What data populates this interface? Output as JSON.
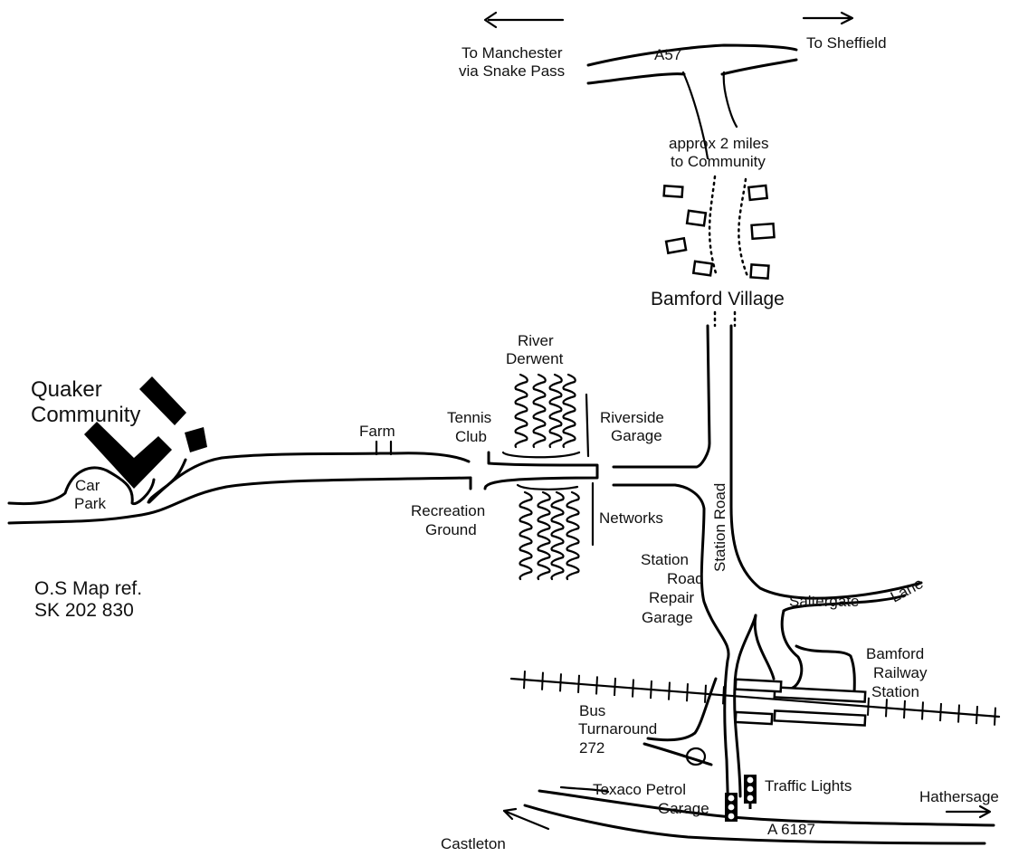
{
  "labels": {
    "to_manchester_1": "To Manchester",
    "to_manchester_2": "via Snake Pass",
    "a57": "A57",
    "to_sheffield": "To Sheffield",
    "approx_1": "approx 2 miles",
    "approx_2": "to Community",
    "bamford_village": "Bamford Village",
    "river_1": "River",
    "river_2": "Derwent",
    "quaker_1": "Quaker",
    "quaker_2": "Community",
    "farm": "Farm",
    "tennis_1": "Tennis",
    "tennis_2": "Club",
    "riverside_1": "Riverside",
    "riverside_2": "Garage",
    "car_1": "Car",
    "car_2": "Park",
    "recreation_1": "Recreation",
    "recreation_2": "Ground",
    "networks": "Networks",
    "station_road_vertical": "Station Road",
    "srrg_1": "Station",
    "srrg_2": "Road",
    "srrg_3": "Repair",
    "srrg_4": "Garage",
    "os_1": "O.S Map ref.",
    "os_2": "SK 202 830",
    "saltergate": "Saltergate",
    "lane": "Lane",
    "brs_1": "Bamford",
    "brs_2": "Railway",
    "brs_3": "Station",
    "bus_1": "Bus",
    "bus_2": "Turnaround",
    "bus_3": "272",
    "texaco_1": "Texaco Petrol",
    "texaco_2": "Garage",
    "traffic_lights": "Traffic Lights",
    "hathersage": "Hathersage",
    "a6187": "A 6187",
    "castleton": "Castleton"
  },
  "icons": [
    "traffic-light-icon",
    "arrow-left-icon",
    "arrow-right-icon",
    "building-icon",
    "house-icon"
  ]
}
